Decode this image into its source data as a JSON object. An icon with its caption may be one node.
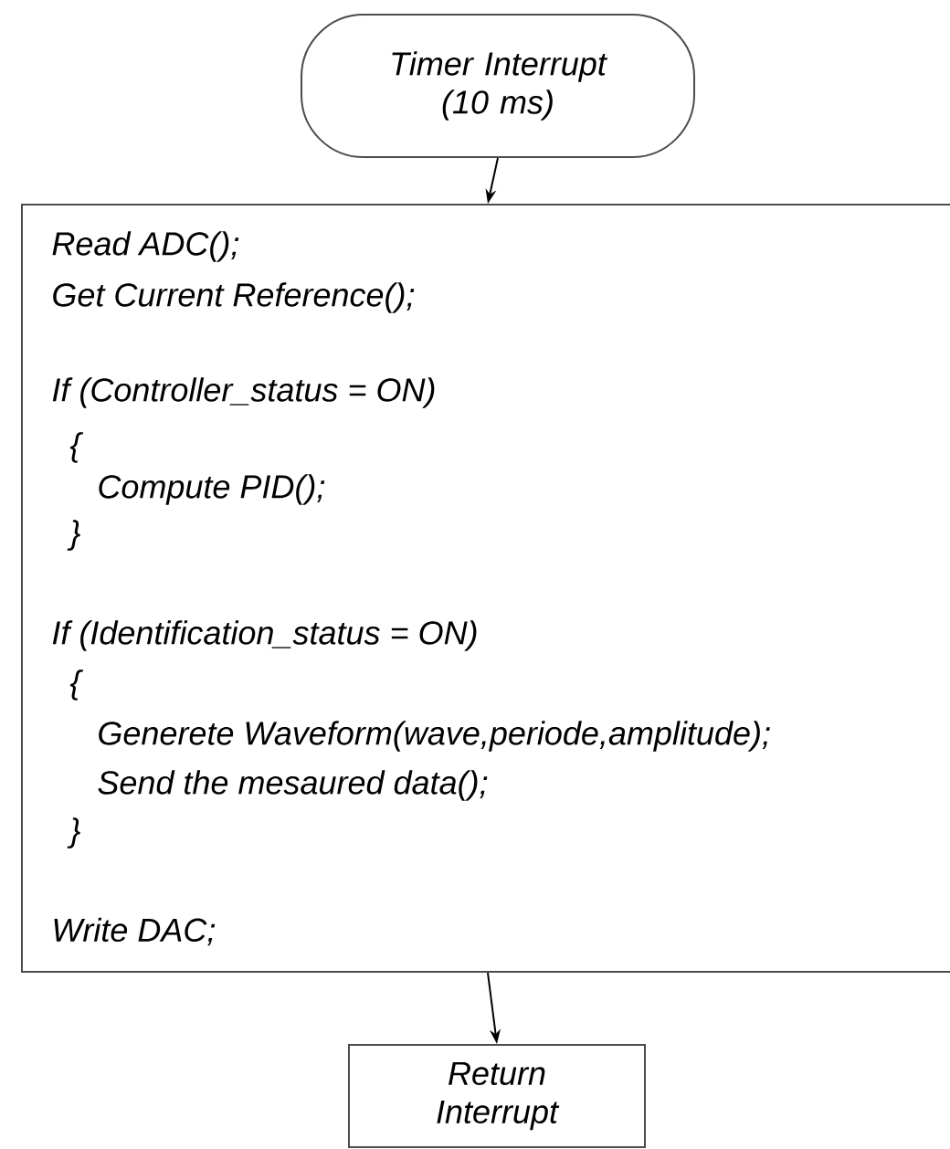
{
  "diagram": {
    "nodes": [
      {
        "text": [
          "Timer Interrupt (10 ms)"
        ]
      },
      {
        "text": [
          "Read ADC();",
          "Get Current Reference();",
          "If (Controller_status = ON)",
          "{",
          "Compute PID();",
          "}",
          "If (Identification_status = ON)",
          "{",
          "Generete Waveform(wave,periode,amplitude);",
          "Send the mesaured data();",
          "}",
          "Write DAC;"
        ]
      },
      {
        "text": [
          "Return Interrupt"
        ]
      }
    ],
    "edges": [
      {
        "from": 0,
        "to": 1,
        "arrow": "to"
      },
      {
        "from": 1,
        "to": 2,
        "arrow": "to"
      }
    ]
  }
}
